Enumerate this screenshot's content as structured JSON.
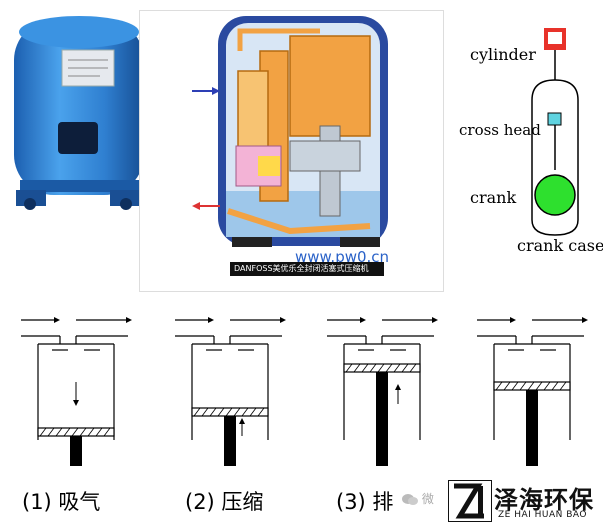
{
  "top_panel": {
    "cutaway_caption": "DANFOSS美优乐全封闭活塞式压缩机",
    "watermark_url": "www.pw0.cn"
  },
  "mechanism": {
    "cylinder_label": "cylinder",
    "cross_head_label": "cross head",
    "crank_label": "crank",
    "crank_case_label": "crank case",
    "colors": {
      "cylinder": "#e8322a",
      "cross_head": "#5fd3e0",
      "crank": "#2ee02e"
    }
  },
  "strokes": [
    {
      "label": "(1) 吸气"
    },
    {
      "label": "(2) 压缩"
    },
    {
      "label": "(3) 排"
    },
    {
      "label": ""
    }
  ],
  "logo": {
    "name_cn": "泽海环保",
    "name_en": "ZE HAI HUAN BAO",
    "badge": "ZH",
    "wechat_fragment": "微"
  },
  "colors": {
    "compressor_blue": "#2f7fd0",
    "cutaway_shell": "#2a4aa0",
    "cutaway_inner": "#d8e6f5",
    "orange_parts": "#f2a243"
  }
}
